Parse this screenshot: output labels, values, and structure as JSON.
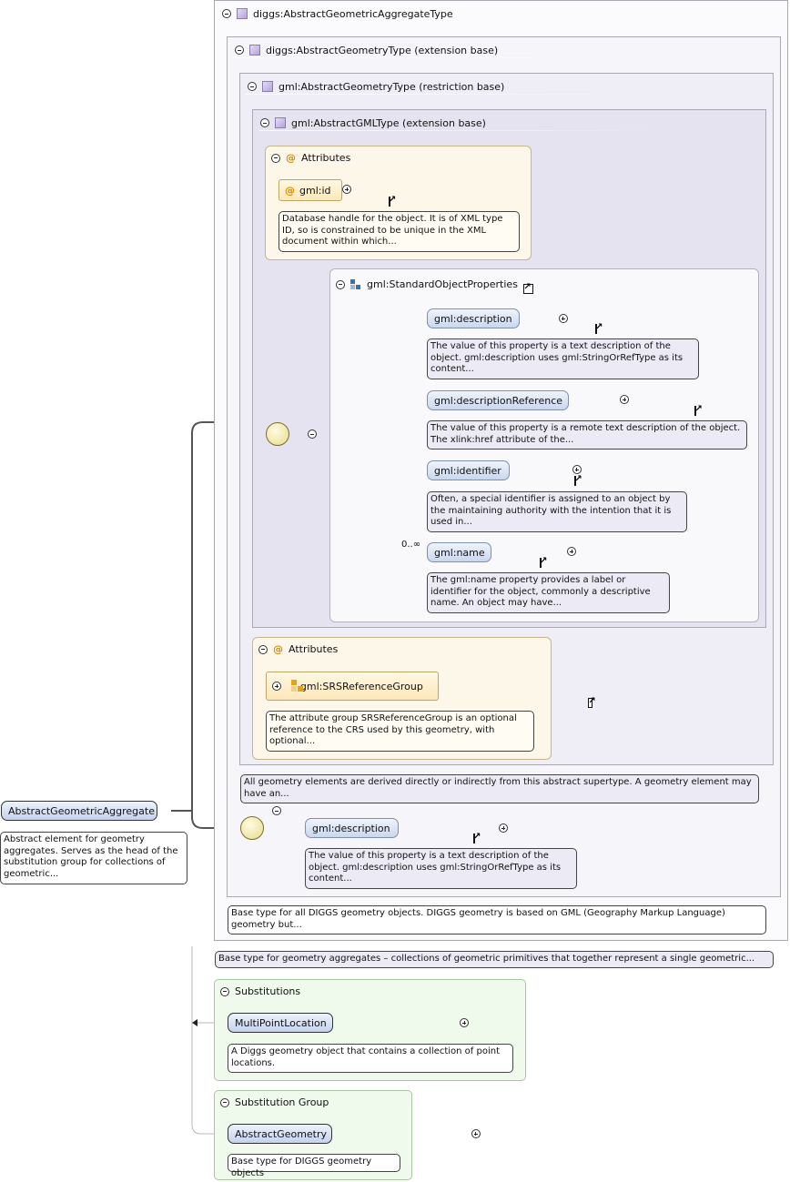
{
  "types": {
    "aggregate": "diggs:AbstractGeometricAggregateType",
    "geometry": "diggs:AbstractGeometryType (extension base)",
    "gml_geometry": "gml:AbstractGeometryType (restriction base)",
    "gml_type": "gml:AbstractGMLType (extension base)"
  },
  "attributes_1": {
    "title": "Attributes",
    "attr_name": "gml:id",
    "attr_doc": "Database handle for the object. It is of XML type ID, so is constrained to be unique in the XML document within which..."
  },
  "group": {
    "name": "gml:StandardObjectProperties",
    "multiplicity": "0..∞",
    "elements": [
      {
        "name": "gml:description",
        "doc": "The value of this property is a text description of the object. gml:description uses gml:StringOrRefType as its content..."
      },
      {
        "name": "gml:descriptionReference",
        "doc": "The value of this property is a remote text description of the object. The xlink:href attribute of the..."
      },
      {
        "name": "gml:identifier",
        "doc": "Often, a special identifier is assigned to an object by the maintaining authority with the intention that it is used in..."
      },
      {
        "name": "gml:name",
        "doc": "The gml:name property provides a label or identifier for the object, commonly a descriptive name. An object may have..."
      }
    ]
  },
  "attributes_2": {
    "title": "Attributes",
    "group_name": "gml:SRSReferenceGroup",
    "group_doc": "The attribute group SRSReferenceGroup is an optional reference to the CRS used by this geometry, with optional..."
  },
  "docs": {
    "gml_geometry": "All geometry elements are derived directly or indirectly from this abstract supertype. A geometry element may have an...",
    "diggs_geometry": "Base type for all DIGGS geometry objects. DIGGS geometry is based on GML (Geography Markup Language) geometry but...",
    "aggregate": "Base type for geometry aggregates – collections of geometric primitives that together represent a single geometric..."
  },
  "diggs_description": {
    "name": "gml:description",
    "doc": "The value of this property is a text description of the object. gml:description uses gml:StringOrRefType as its content..."
  },
  "root_element": {
    "name": "AbstractGeometricAggregate",
    "doc": "Abstract element for geometry aggregates. Serves as the head of the substitution group for collections of geometric..."
  },
  "substitutions": {
    "title": "Substitutions",
    "element": "MultiPointLocation",
    "doc": "A Diggs geometry object that contains a collection of point locations."
  },
  "substitution_group": {
    "title": "Substitution Group",
    "element": "AbstractGeometry",
    "doc": "Base type for DIGGS geometry objects"
  }
}
